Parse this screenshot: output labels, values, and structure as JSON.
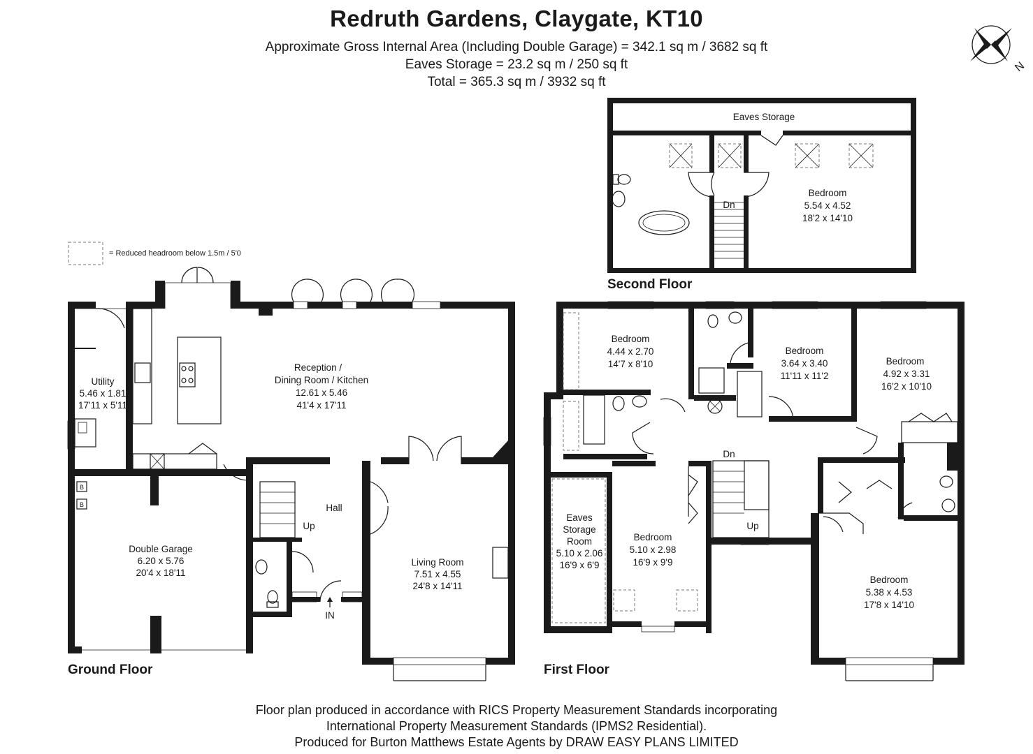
{
  "header": {
    "title": "Redruth Gardens, Claygate, KT10",
    "area_line": "Approximate Gross Internal Area (Including Double Garage) = 342.1 sq m / 3682 sq ft",
    "eaves_line": "Eaves Storage = 23.2 sq m / 250 sq ft",
    "total_line": "Total = 365.3 sq m / 3932 sq ft"
  },
  "compass": {
    "label": "N"
  },
  "legend": {
    "text": "= Reduced headroom below 1.5m / 5'0"
  },
  "floors": {
    "ground": "Ground Floor",
    "first": "First Floor",
    "second": "Second Floor"
  },
  "rooms": {
    "utility": {
      "name": "Utility",
      "metric": "5.46 x 1.81",
      "imperial": "17'11 x 5'11"
    },
    "reception": {
      "name1": "Reception /",
      "name2": "Dining Room / Kitchen",
      "metric": "12.61 x 5.46",
      "imperial": "41'4 x 17'11"
    },
    "hall": {
      "name": "Hall"
    },
    "garage": {
      "name": "Double Garage",
      "metric": "6.20 x 5.76",
      "imperial": "20'4 x 18'11"
    },
    "living": {
      "name": "Living Room",
      "metric": "7.51 x 4.55",
      "imperial": "24'8 x 14'11"
    },
    "ff_bed1": {
      "name": "Bedroom",
      "metric": "4.44 x 2.70",
      "imperial": "14'7 x 8'10"
    },
    "ff_bed2": {
      "name": "Bedroom",
      "metric": "3.64 x 3.40",
      "imperial": "11'11 x 11'2"
    },
    "ff_bed3": {
      "name": "Bedroom",
      "metric": "4.92 x 3.31",
      "imperial": "16'2 x 10'10"
    },
    "ff_eaves": {
      "name1": "Eaves",
      "name2": "Storage",
      "name3": "Room",
      "metric": "5.10 x 2.06",
      "imperial": "16'9 x 6'9"
    },
    "ff_bed4": {
      "name": "Bedroom",
      "metric": "5.10 x 2.98",
      "imperial": "16'9 x 9'9"
    },
    "ff_bed5": {
      "name": "Bedroom",
      "metric": "5.38 x 4.53",
      "imperial": "17'8 x 14'10"
    },
    "sf_eaves": {
      "name": "Eaves Storage"
    },
    "sf_bed": {
      "name": "Bedroom",
      "metric": "5.54 x 4.52",
      "imperial": "18'2 x 14'10"
    }
  },
  "labels": {
    "up": "Up",
    "dn": "Dn",
    "in": "IN",
    "boiler": "B"
  },
  "footer": {
    "line1": "Floor plan produced in accordance with RICS Property Measurement Standards incorporating",
    "line2": "International Property Measurement Standards (IPMS2 Residential).",
    "line3": "Produced for Burton Matthews Estate Agents by DRAW EASY PLANS LIMITED"
  }
}
